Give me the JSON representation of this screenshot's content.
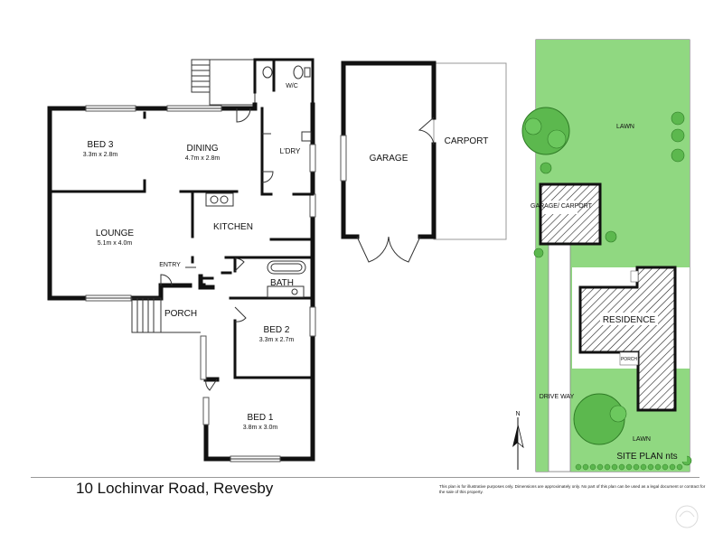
{
  "address": "10 Lochinvar Road, Revesby",
  "disclaimer": "This plan is for illustrative purposes only. Dimensions are approximately only. No part of this plan can be used as a legal document or contract for the sale of this property.",
  "rooms": {
    "bed3": {
      "name": "BED 3",
      "dims": "3.3m x 2.8m"
    },
    "dining": {
      "name": "DINING",
      "dims": "4.7m x 2.8m"
    },
    "laundry": {
      "name": "L'DRY"
    },
    "wc": {
      "name": "W/C"
    },
    "lounge": {
      "name": "LOUNGE",
      "dims": "5.1m x 4.0m"
    },
    "kitchen": {
      "name": "KITCHEN"
    },
    "entry": {
      "name": "ENTRY"
    },
    "bath": {
      "name": "BATH"
    },
    "porch": {
      "name": "PORCH"
    },
    "bed2": {
      "name": "BED 2",
      "dims": "3.3m x 2.7m"
    },
    "bed1": {
      "name": "BED 1",
      "dims": "3.8m x 3.0m"
    },
    "garage": {
      "name": "GARAGE"
    },
    "carport": {
      "name": "CARPORT"
    }
  },
  "site_plan": {
    "lawn_top": "LAWN",
    "garage_carport": "GARAGE/ CARPORT",
    "residence": "RESIDENCE",
    "porch": "PORCH",
    "driveway": "DRIVE WAY",
    "lawn_bottom": "LAWN",
    "title": "SITE PLAN nts",
    "north": "N"
  },
  "colors": {
    "lawn": "#90d881",
    "walls": "#111111",
    "tree": "#5cb84e"
  }
}
